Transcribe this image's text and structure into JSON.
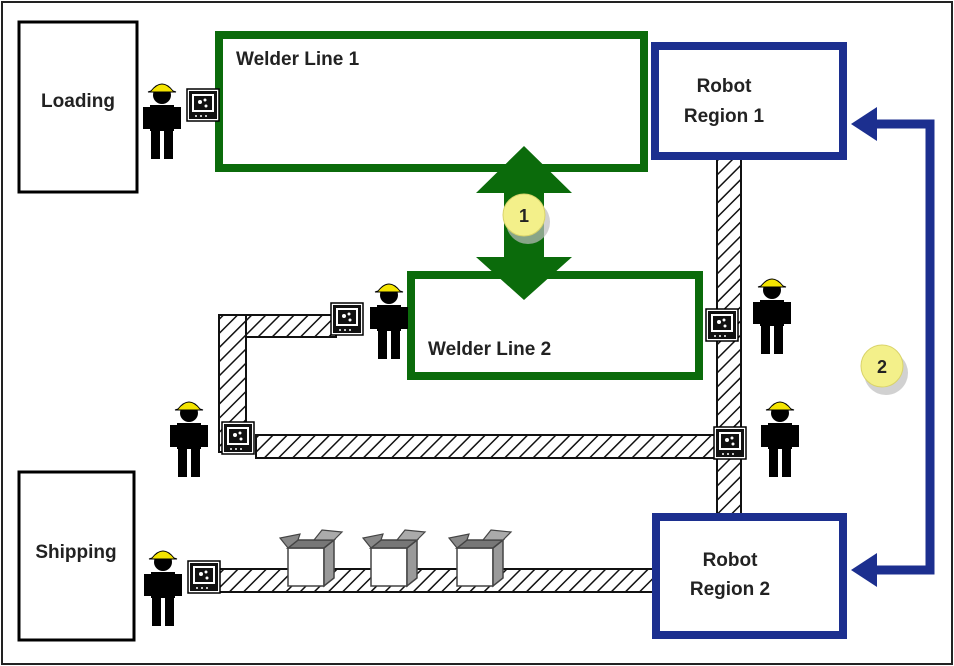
{
  "boxes": {
    "loading": "Loading",
    "shipping": "Shipping",
    "welder1": "Welder Line 1",
    "welder2": "Welder Line 2",
    "robot1_line1": "Robot",
    "robot1_line2": "Region 1",
    "robot2_line1": "Robot",
    "robot2_line2": "Region 2"
  },
  "markers": {
    "m1": "1",
    "m2": "2"
  },
  "colors": {
    "green": "#0b6b0b",
    "blue": "#1c2f8f",
    "marker": "#f3f08a"
  }
}
